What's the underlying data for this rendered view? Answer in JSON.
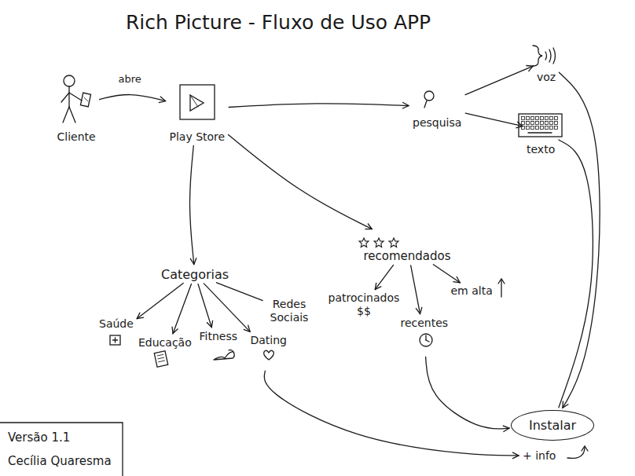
{
  "diagram": {
    "title": "Rich Picture - Fluxo de Uso APP",
    "nodes": [
      {
        "text": [
          "Cliente"
        ]
      },
      {
        "text": [
          "Play Store"
        ]
      },
      {
        "text": [
          "pesquisa"
        ]
      },
      {
        "text": [
          "voz"
        ]
      },
      {
        "text": [
          "texto"
        ]
      },
      {
        "text": [
          "Categorias"
        ]
      },
      {
        "text": [
          "recomendados"
        ]
      },
      {
        "text": [
          "Saúde"
        ]
      },
      {
        "text": [
          "Educação"
        ]
      },
      {
        "text": [
          "Fitness"
        ]
      },
      {
        "text": [
          "Dating"
        ]
      },
      {
        "text": [
          "Redes Sociais"
        ]
      },
      {
        "text": [
          "patrocinados",
          "$$"
        ]
      },
      {
        "text": [
          "recentes"
        ]
      },
      {
        "text": [
          "em alta"
        ]
      },
      {
        "text": [
          "Instalar"
        ]
      },
      {
        "text": [
          "+ info"
        ]
      }
    ],
    "edges": [
      {
        "from": 0,
        "to": 1,
        "label": "abre",
        "arrow": "to"
      },
      {
        "from": 1,
        "to": 2,
        "arrow": "to"
      },
      {
        "from": 1,
        "to": 5,
        "arrow": "to"
      },
      {
        "from": 1,
        "to": 6,
        "arrow": "to"
      },
      {
        "from": 2,
        "to": 3,
        "arrow": "to"
      },
      {
        "from": 2,
        "to": 4,
        "arrow": "to"
      },
      {
        "from": 5,
        "to": 7,
        "arrow": "to"
      },
      {
        "from": 5,
        "to": 8,
        "arrow": "to"
      },
      {
        "from": 5,
        "to": 9,
        "arrow": "to"
      },
      {
        "from": 5,
        "to": 10,
        "arrow": "to"
      },
      {
        "from": 5,
        "to": 11,
        "arrow": "none"
      },
      {
        "from": 6,
        "to": 12,
        "arrow": "to"
      },
      {
        "from": 6,
        "to": 13,
        "arrow": "to"
      },
      {
        "from": 6,
        "to": 14,
        "arrow": "to"
      },
      {
        "from": 3,
        "to": 15,
        "arrow": "to"
      },
      {
        "from": 4,
        "to": 15,
        "arrow": "none"
      },
      {
        "from": 13,
        "to": 15,
        "arrow": "to"
      },
      {
        "from": 10,
        "to": 16,
        "arrow": "to"
      }
    ],
    "labels": [
      "Versão 1.1",
      "Cecília Quaresma"
    ]
  }
}
